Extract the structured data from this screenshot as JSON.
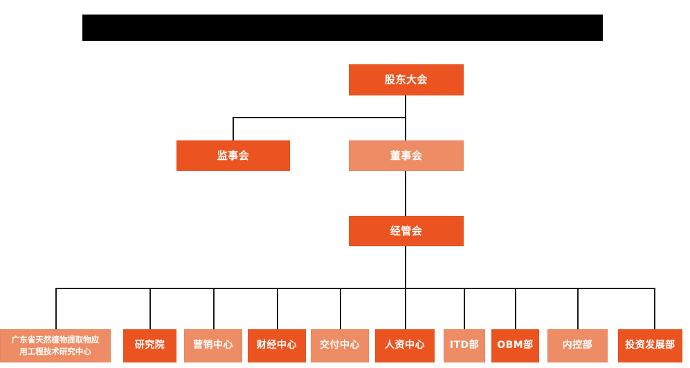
{
  "header": {
    "redaction_bar": {
      "label": "",
      "color": "#000000"
    }
  },
  "theme": {
    "dark_orange": "#EB5420",
    "light_orange": "#EE8C65",
    "line_color": "#1a1a1a",
    "text_color": "#FFFFFF",
    "background": "#FFFFFF"
  },
  "chart_title": "",
  "org_chart": {
    "level1": [
      {
        "id": "shareholders",
        "label": "股东大会",
        "tone": "dark"
      }
    ],
    "level2": [
      {
        "id": "supervisors",
        "label": "监事会",
        "tone": "dark"
      },
      {
        "id": "directors",
        "label": "董事会",
        "tone": "light"
      }
    ],
    "level3": [
      {
        "id": "management",
        "label": "经管会",
        "tone": "dark"
      }
    ],
    "departments": [
      {
        "id": "dept-1",
        "label": "广东省天然植物提取物应\n用工程技术研究中心",
        "line1": "广东省天然植物提取物应",
        "line2": "用工程技术研究中心",
        "tone": "light",
        "multiline": true
      },
      {
        "id": "dept-2",
        "label": "研究院",
        "tone": "dark",
        "multiline": false
      },
      {
        "id": "dept-3",
        "label": "营销中心",
        "tone": "light",
        "multiline": false
      },
      {
        "id": "dept-4",
        "label": "财经中心",
        "tone": "dark",
        "multiline": false
      },
      {
        "id": "dept-5",
        "label": "交付中心",
        "tone": "light",
        "multiline": false
      },
      {
        "id": "dept-6",
        "label": "人资中心",
        "tone": "dark",
        "multiline": false
      },
      {
        "id": "dept-7",
        "label": "ITD部",
        "tone": "light",
        "multiline": false
      },
      {
        "id": "dept-8",
        "label": "OBM部",
        "tone": "dark",
        "multiline": false
      },
      {
        "id": "dept-9",
        "label": "内控部",
        "tone": "light",
        "multiline": false
      },
      {
        "id": "dept-10",
        "label": "投资发展部",
        "tone": "dark",
        "multiline": false
      }
    ]
  }
}
